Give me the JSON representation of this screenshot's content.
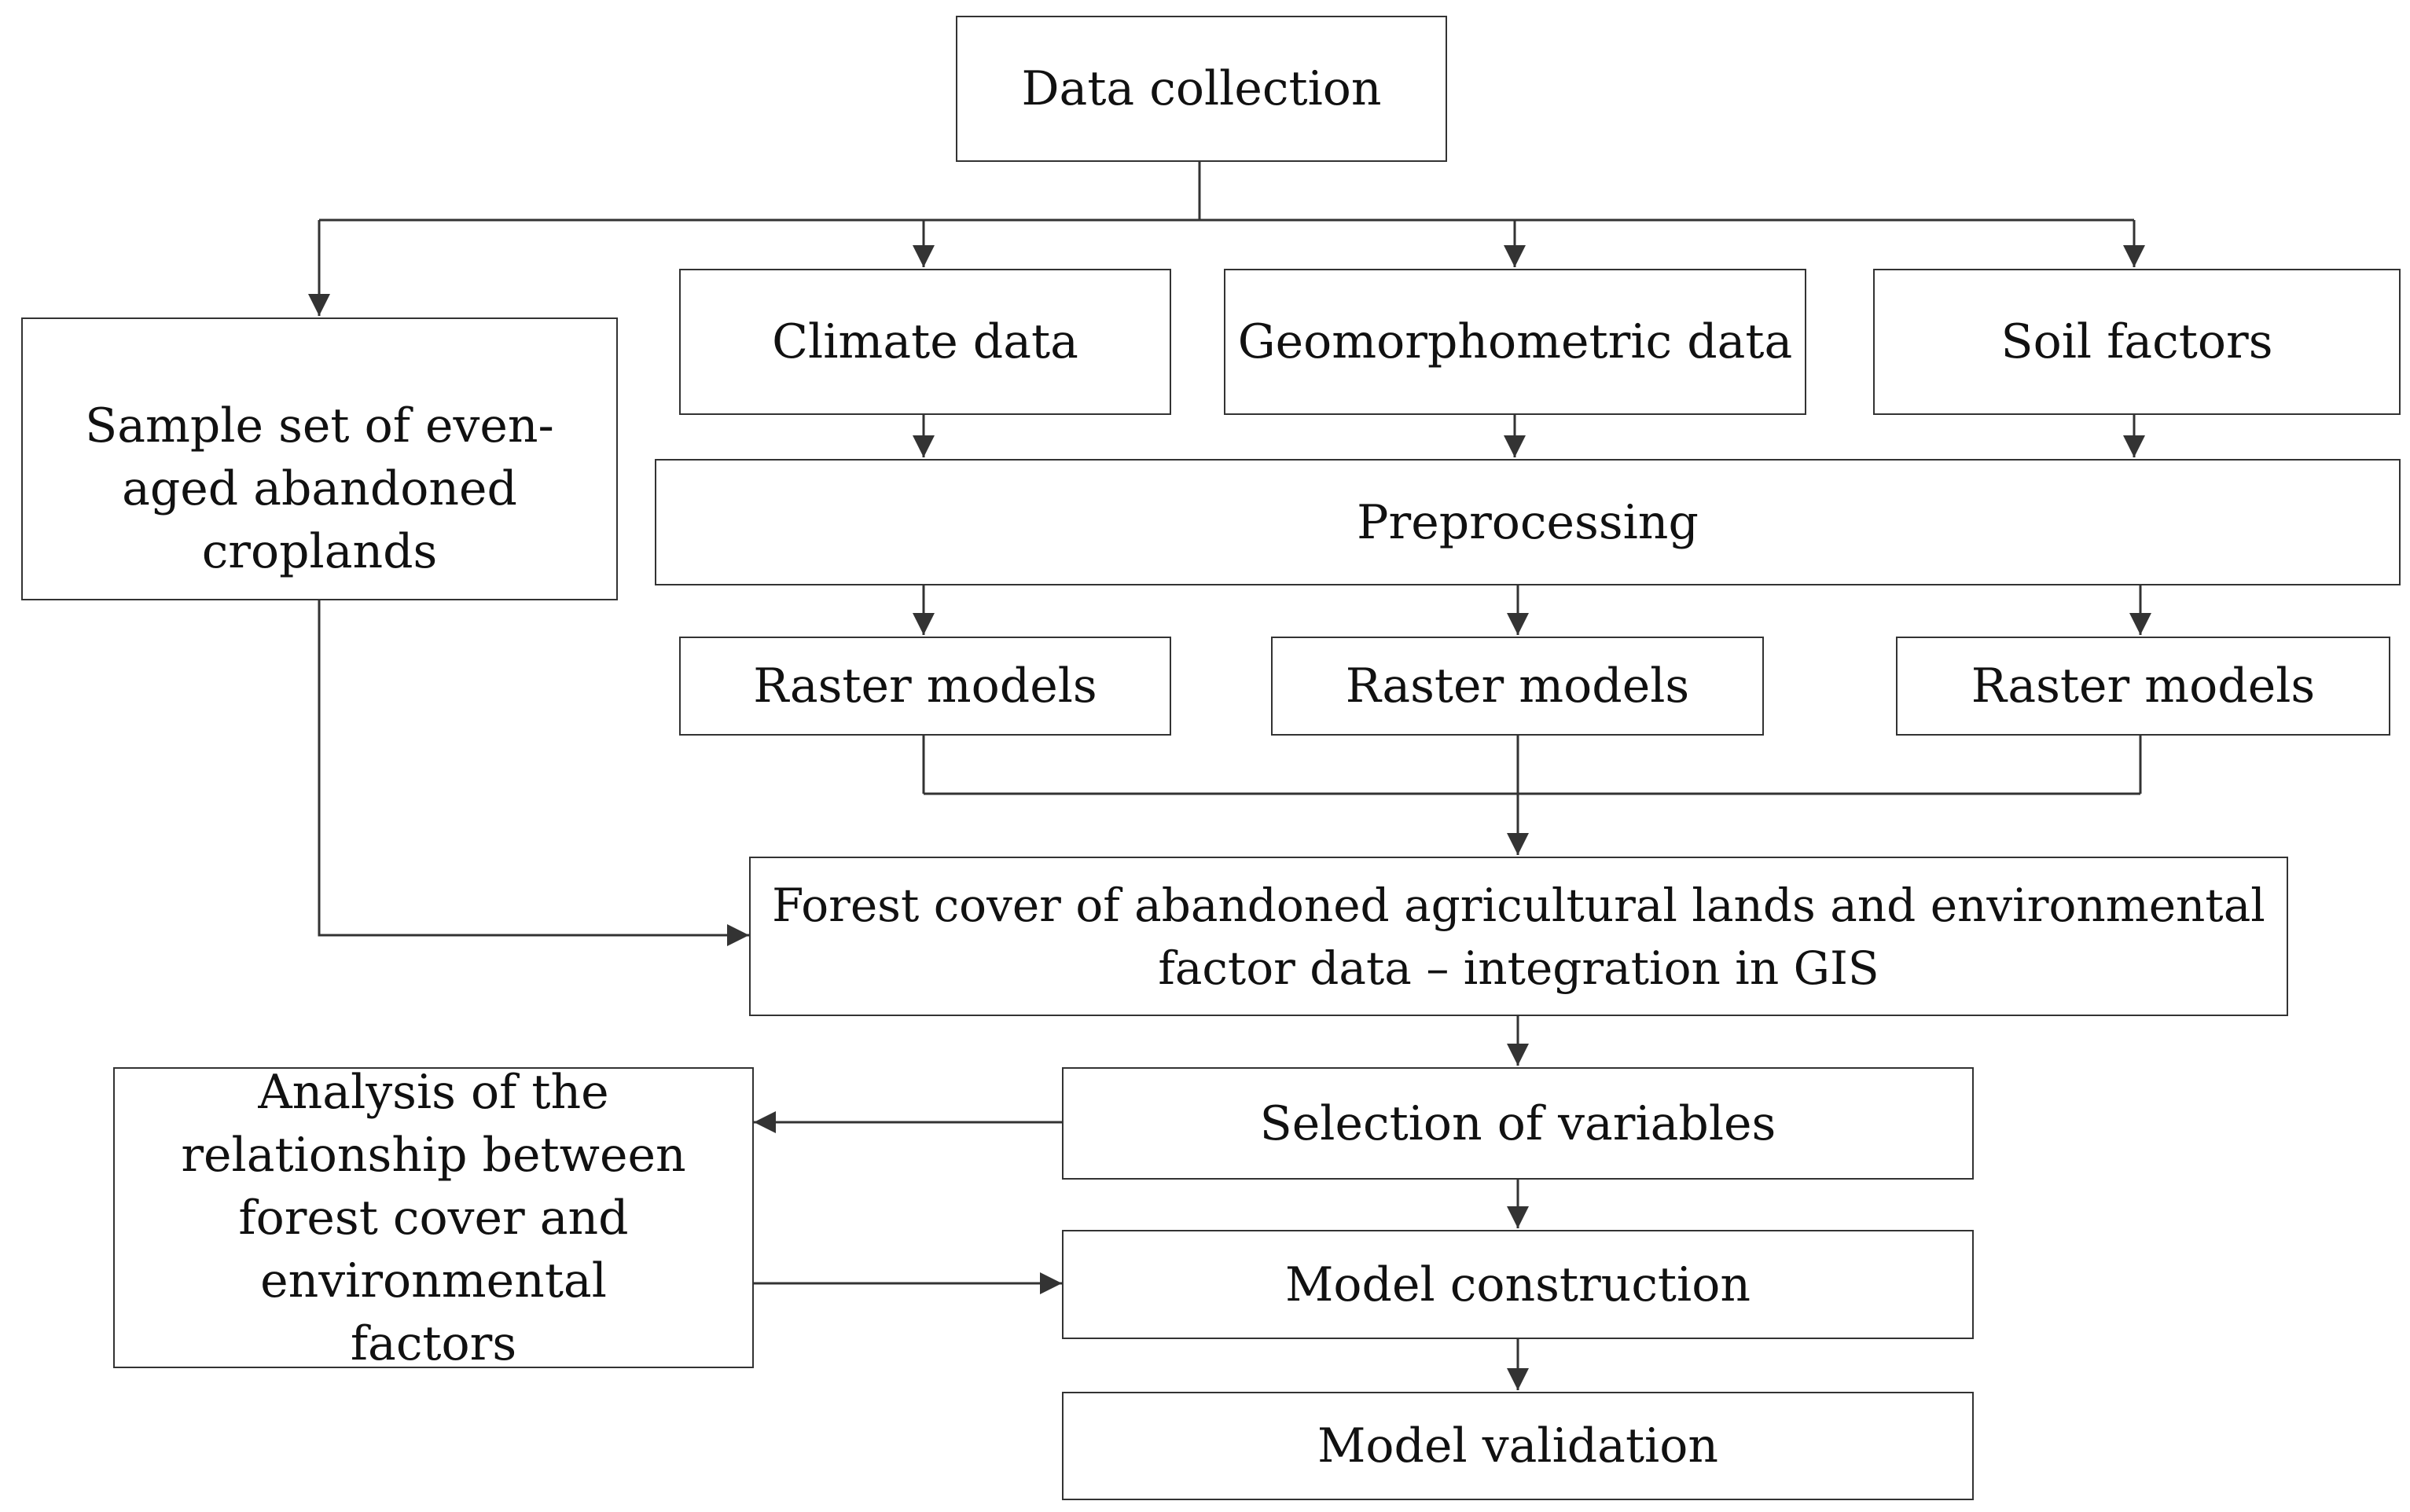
{
  "nodes": {
    "data_collection": "Data collection",
    "sample_set": "Sample set of even-aged abandoned croplands",
    "climate_data": "Climate data",
    "geomorphometric_data": "Geomorphometric data",
    "soil_factors": "Soil factors",
    "preprocessing": "Preprocessing",
    "raster_models_1": "Raster models",
    "raster_models_2": "Raster models",
    "raster_models_3": "Raster models",
    "integration": "Forest cover of abandoned agricultural lands and environmental factor data – integration in GIS",
    "selection": "Selection of variables",
    "analysis": "Analysis of the relationship between forest cover and environmental factors",
    "model_construction": "Model construction",
    "model_validation": "Model validation"
  },
  "colors": {
    "line": "#333333",
    "box_border": "#333333",
    "background": "#ffffff"
  }
}
